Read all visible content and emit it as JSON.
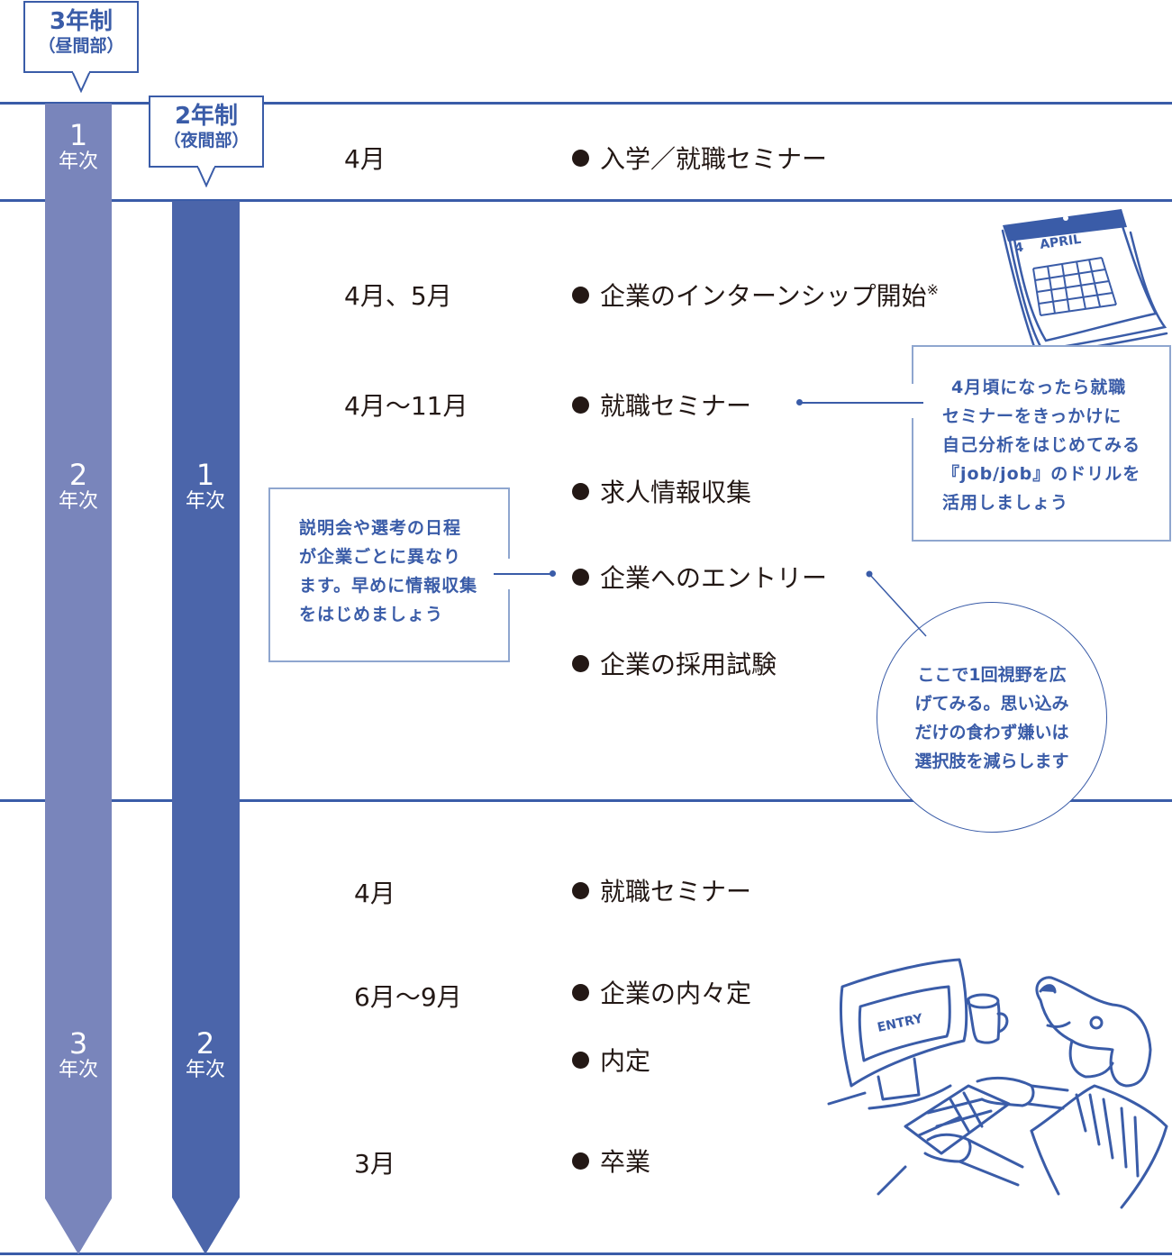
{
  "colors": {
    "line": "#3a5ca8",
    "bar_3year": "#7985bb",
    "bar_2year": "#4b65aa",
    "text": "#231815",
    "note_text": "#3a5ca8",
    "note_border": "#8fa6cf"
  },
  "programs": [
    {
      "title": "3年制",
      "subtitle": "（昼間部）",
      "years": [
        {
          "num": "1",
          "unit": "年次"
        },
        {
          "num": "2",
          "unit": "年次"
        },
        {
          "num": "3",
          "unit": "年次"
        }
      ]
    },
    {
      "title": "2年制",
      "subtitle": "（夜間部）",
      "years": [
        {
          "num": "1",
          "unit": "年次"
        },
        {
          "num": "2",
          "unit": "年次"
        }
      ]
    }
  ],
  "timeline": [
    {
      "month": "4月",
      "events": [
        "入学／就職セミナー"
      ]
    },
    {
      "month": "4月、5月",
      "events": [
        "企業のインターンシップ開始"
      ],
      "footnote_mark": "※"
    },
    {
      "month": "4月〜11月",
      "events": [
        "就職セミナー",
        "求人情報収集",
        "企業へのエントリー",
        "企業の採用試験"
      ]
    },
    {
      "month": "4月",
      "events": [
        "就職セミナー"
      ]
    },
    {
      "month": "6月〜9月",
      "events": [
        "企業の内々定",
        "内定"
      ]
    },
    {
      "month": "3月",
      "events": [
        "卒業"
      ]
    }
  ],
  "notes": {
    "seminar_note": [
      "4月頃になったら就職",
      "セミナーをきっかけに",
      "自己分析をはじめてみる",
      "『job/job』のドリルを",
      "活用しましょう"
    ],
    "entry_left_note": [
      "説明会や選考の日程",
      "が企業ごとに異なり",
      "ます。早めに情報収集",
      "をはじめましょう"
    ],
    "entry_right_note": [
      "ここで1回視野を広",
      "げてみる。思い込み",
      "だけの食わず嫌いは",
      "選択肢を減らします"
    ]
  },
  "illustrations": {
    "calendar": {
      "month_num": "4",
      "month_name": "APRIL"
    },
    "dog_computer": {
      "screen_text": "ENTRY"
    }
  }
}
